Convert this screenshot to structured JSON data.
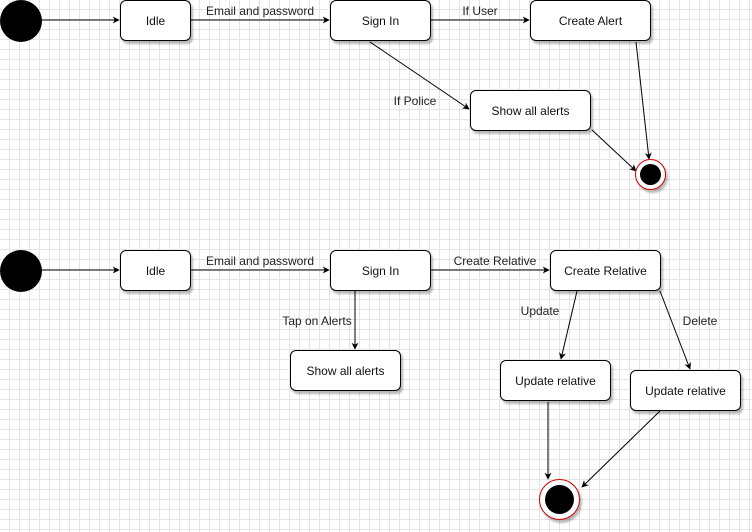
{
  "diagrams": [
    {
      "states": {
        "idle": "Idle",
        "sign_in": "Sign In",
        "create_alert": "Create Alert",
        "show_all_alerts": "Show all alerts"
      },
      "transitions": {
        "email_and_password": "Email and password",
        "if_user": "If User",
        "if_police": "If Police"
      }
    },
    {
      "states": {
        "idle": "Idle",
        "sign_in": "Sign In",
        "create_relative": "Create Relative",
        "show_all_alerts": "Show all alerts",
        "update_relative_1": "Update relative",
        "update_relative_2": "Update relative"
      },
      "transitions": {
        "email_and_password": "Email and password",
        "create_relative": "Create Relative",
        "tap_on_alerts": "Tap on Alerts",
        "update": "Update",
        "delete": "Delete"
      }
    }
  ]
}
